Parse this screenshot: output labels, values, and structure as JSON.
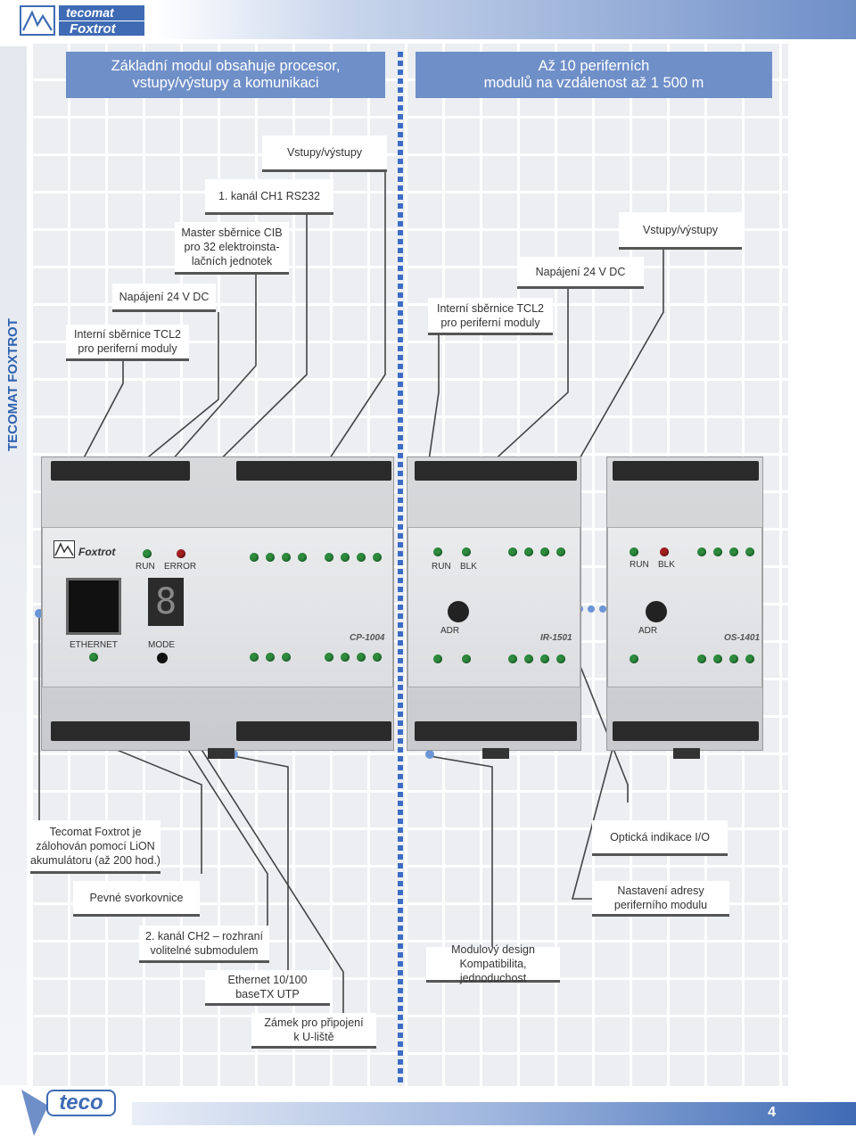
{
  "header": {
    "logo_line1": "tecomat",
    "logo_line2": "Foxtrot"
  },
  "sidebar": {
    "title": "TECOMAT FOXTROT"
  },
  "headers": {
    "left": "Základní modul obsahuje procesor,\nvstupy/výstupy a komunikaci",
    "right": "Až 10 periferních\nmodulů na vzdálenost až 1 500 m"
  },
  "labels": {
    "vstupy_left": "Vstupy/výstupy",
    "ch1": "1. kanál CH1 RS232",
    "master": "Master sběrnice CIB\npro 32 elektroinsta-\nlačních jednotek",
    "napajeni_left": "Napájení 24 V DC",
    "tcl2_left": "Interní sběrnice TCL2\npro periferní moduly",
    "vstupy_right": "Vstupy/výstupy",
    "napajeni_right": "Napájení 24 V DC",
    "tcl2_right": "Interní sběrnice TCL2\npro periferní moduly",
    "lion": "Tecomat Foxtrot je\nzálohován pomocí LiON\nakumulátoru (až 200 hod.)",
    "svorkovnice": "Pevné svorkovnice",
    "ch2": "2. kanál CH2 – rozhraní\nvolitelné submodulem",
    "ethernet": "Ethernet 10/100\nbaseTX UTP",
    "zamek": "Zámek pro připojení\nk U-liště",
    "modulovy": "Modulový design\nKompatibilita, jednoduchost",
    "opticka": "Optická indikace I/O",
    "adresa": "Nastavení adresy\nperiferního modulu"
  },
  "device": {
    "cp_brand": "Foxtrot",
    "run": "RUN",
    "error": "ERROR",
    "blk": "BLK",
    "ethernet": "ETHERNET",
    "mode": "MODE",
    "adr": "ADR",
    "cp_model": "CP-1004",
    "ir_model": "IR-1501",
    "os_model": "OS-1401",
    "digit": "8"
  },
  "footer": {
    "page": "4",
    "teco": "teco"
  },
  "colors": {
    "accent": "#6f8fc8",
    "divider": "#3d6cc4",
    "brand": "#3f6bb5"
  }
}
